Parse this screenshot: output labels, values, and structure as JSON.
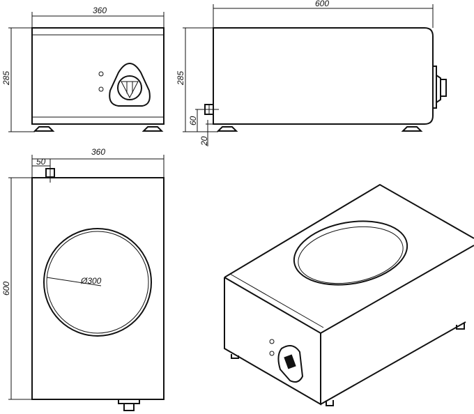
{
  "front_view": {
    "width_label": "360",
    "height_label": "285"
  },
  "side_view": {
    "length_label": "600",
    "height_label": "285",
    "connector_height_label": "60",
    "foot_height_label": "20"
  },
  "top_view": {
    "width_label": "360",
    "offset_label": "50",
    "length_label": "600",
    "diameter_label": "Ø300"
  }
}
